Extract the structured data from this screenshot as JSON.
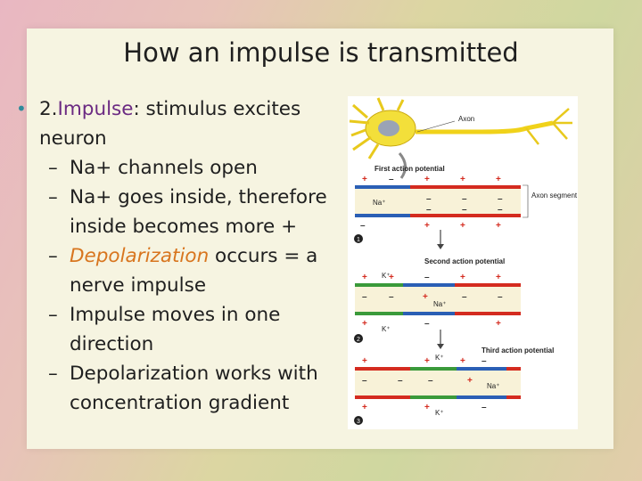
{
  "slide": {
    "title": "How an impulse is transmitted",
    "bullet": {
      "number": "2.",
      "term": "Impulse",
      "rest": ": stimulus excites neuron"
    },
    "subs": [
      {
        "text": "Na+ channels open"
      },
      {
        "text": "Na+ goes inside, therefore inside becomes more +"
      },
      {
        "italic": "Depolarization",
        "rest": " occurs = a nerve impulse"
      },
      {
        "text": "Impulse moves in one direction"
      },
      {
        "text": "Depolarization works with concentration gradient"
      }
    ],
    "dash": "–"
  },
  "figure": {
    "axon_label": "Axon",
    "first_ap": "First action potential",
    "second_ap": "Second action potential",
    "third_ap": "Third action potential",
    "axon_segment": "Axon segment",
    "na": "Na⁺",
    "k": "K⁺",
    "steps": [
      "1",
      "2",
      "3"
    ],
    "colors": {
      "red": "#d42b1f",
      "blue": "#2b5fb5",
      "green": "#3a9a3a",
      "yellow": "#f0d21a"
    }
  }
}
